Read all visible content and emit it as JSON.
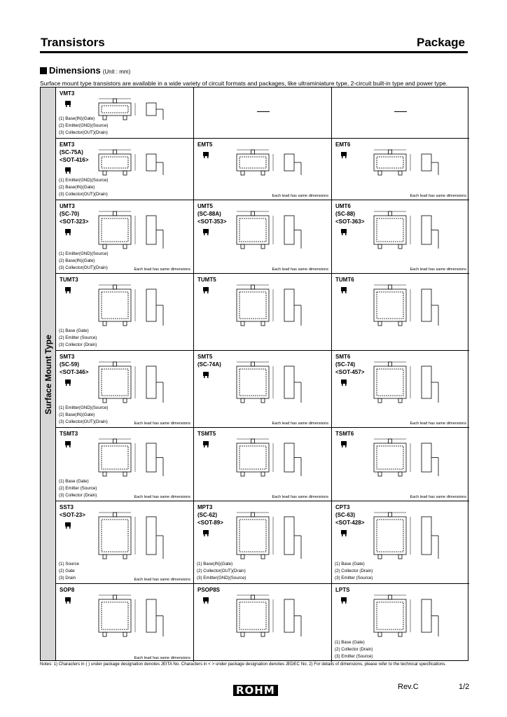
{
  "header": {
    "left": "Transistors",
    "right": "Package"
  },
  "section": {
    "title": "Dimensions",
    "unit": "(Unit : mm)"
  },
  "intro": "Surface mount type transistors are available in a wide variety of circuit formats and packages, like ultraminiature type, 2-circuit built-in type and power type.",
  "side_label": "Surface Mount Type",
  "cells": [
    {
      "name": "VMT3",
      "pins": [
        "(1) Base(IN)(Gate)",
        "(2) Emitter(GND)(Source)",
        "(3) Collector(OUT)(Drain)"
      ],
      "note": ""
    },
    {
      "name": "",
      "pins": [],
      "note": ""
    },
    {
      "name": "",
      "pins": [],
      "note": ""
    },
    {
      "name": "EMT3\n(SC-75A)\n<SOT-416>",
      "pins": [
        "(1) Emitter(GND)(Source)",
        "(2) Base(IN)(Gate)",
        "(3) Collector(OUT)(Drain)"
      ],
      "note": ""
    },
    {
      "name": "EMT5",
      "pins": [],
      "note": "Each lead has same dimensions"
    },
    {
      "name": "EMT6",
      "pins": [],
      "note": "Each lead has same dimensions"
    },
    {
      "name": "UMT3\n(SC-70)\n<SOT-323>",
      "pins": [
        "(1) Emitter(GND)(Source)",
        "(2) Base(IN)(Gate)",
        "(3) Collector(OUT)(Drain)"
      ],
      "note": "Each lead has same dimensions"
    },
    {
      "name": "UMT5\n(SC-88A)\n<SOT-353>",
      "pins": [],
      "note": "Each lead has same dimensions"
    },
    {
      "name": "UMT6\n(SC-88)\n<SOT-363>",
      "pins": [],
      "note": "Each lead has same dimensions"
    },
    {
      "name": "TUMT3",
      "pins": [
        "(1) Base (Gate)",
        "(2) Emitter (Source)",
        "(3) Collector (Drain)"
      ],
      "note": ""
    },
    {
      "name": "TUMT5",
      "pins": [],
      "note": ""
    },
    {
      "name": "TUMT6",
      "pins": [],
      "note": ""
    },
    {
      "name": "SMT3\n(SC-59)\n<SOT-346>",
      "pins": [
        "(1) Emitter(GND)(Source)",
        "(2) Base(IN)(Gate)",
        "(3) Collector(OUT)(Drain)"
      ],
      "note": "Each lead has same dimensions"
    },
    {
      "name": "SMT5\n(SC-74A)",
      "pins": [],
      "note": "Each lead has same dimensions"
    },
    {
      "name": "SMT6\n(SC-74)\n<SOT-457>",
      "pins": [],
      "note": "Each lead has same dimensions"
    },
    {
      "name": "TSMT3",
      "pins": [
        "(1) Base (Gate)",
        "(2) Emitter (Source)",
        "(3) Collector (Drain)"
      ],
      "note": "Each lead has same dimensions"
    },
    {
      "name": "TSMT5",
      "pins": [],
      "note": "Each lead has same dimensions"
    },
    {
      "name": "TSMT6",
      "pins": [],
      "note": "Each lead has same dimensions"
    },
    {
      "name": "SST3\n<SOT-23>",
      "pins": [
        "(1) Source",
        "(2) Gate",
        "(3) Drain"
      ],
      "note": "Each lead has same dimensions"
    },
    {
      "name": "MPT3\n(SC-62)\n<SOT-89>",
      "pins": [
        "(1) Base(IN)(Gate)",
        "(2) Collector(OUT)(Drain)",
        "(3) Emitter(GND)(Source)"
      ],
      "note": ""
    },
    {
      "name": "CPT3\n(SC-63)\n<SOT-428>",
      "pins": [
        "(1) Base (Gate)",
        "(2) Collector (Drain)",
        "(3) Emitter (Source)"
      ],
      "note": ""
    },
    {
      "name": "SOP8",
      "pins": [],
      "note": "Each lead has same dimensions"
    },
    {
      "name": "PSOP8S",
      "pins": [],
      "note": ""
    },
    {
      "name": "LPTS",
      "pins": [
        "(1) Base (Gate)",
        "(2) Collector (Drain)",
        "(3) Emitter (Source)"
      ],
      "note": ""
    }
  ],
  "notes": "Notes: 1) Characters in ( ) under package designation denotes JEITA No.   Characters in < > under package designation denotes JEDEC No.   2) For details of dimensions, please refer to the technical specifications.",
  "footer": {
    "logo": "ROHM",
    "rev": "Rev.C",
    "page": "1/2"
  }
}
